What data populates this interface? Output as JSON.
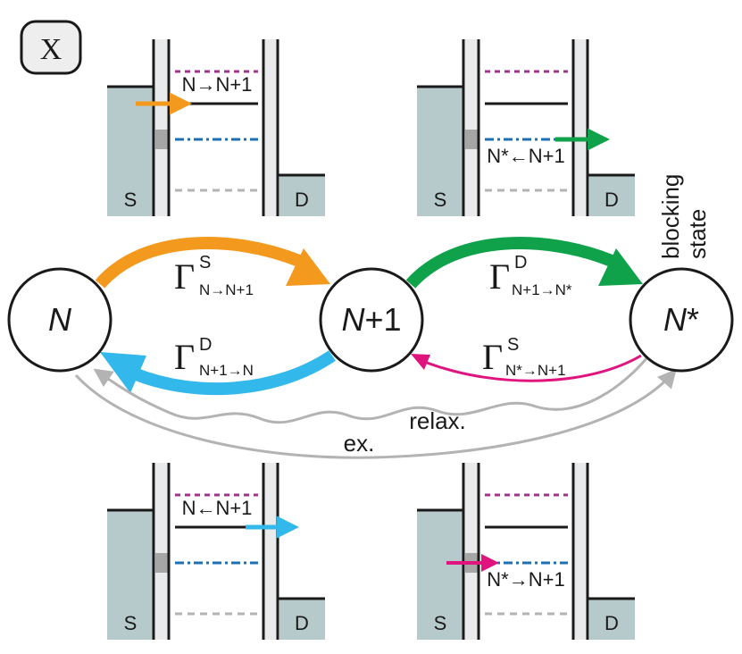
{
  "panel_label": "X",
  "states": {
    "n": {
      "pre": "",
      "italic": "N",
      "post": ""
    },
    "n1": {
      "pre": "",
      "italic": "N",
      "post": "+1"
    },
    "nstar": {
      "pre": "",
      "italic": "N",
      "post": "*"
    }
  },
  "rates": {
    "s_n_to_n1": {
      "sym": "Γ",
      "sup": "S",
      "sub": "N→N+1"
    },
    "d_n1_to_nstar": {
      "sym": "Γ",
      "sup": "D",
      "sub": "N+1→N*"
    },
    "d_n1_to_n": {
      "sym": "Γ",
      "sup": "D",
      "sub": "N+1→N"
    },
    "s_nstar_to_n1": {
      "sym": "Γ",
      "sup": "S",
      "sub": "N*→N+1"
    }
  },
  "blocking_label": [
    "blocking",
    "state"
  ],
  "relax_label": "relax.",
  "excitation_label": "ex.",
  "band_panels": {
    "source_label": "S",
    "drain_label": "D",
    "top_left": "N→N+1",
    "top_right": "N*←N+1",
    "bottom_left": "N←N+1",
    "bottom_right": "N*→N+1"
  },
  "colors": {
    "orange": "#f39a1e",
    "green": "#0fa24a",
    "cyan": "#33b8ec",
    "magenta": "#e0147f",
    "gray": "#b3b3b3",
    "lead_fill": "#b6cacc",
    "barrier_fill": "#e9eaeb",
    "purple_dash": "#a1338c",
    "blue_dashdot": "#1f6fb5"
  }
}
